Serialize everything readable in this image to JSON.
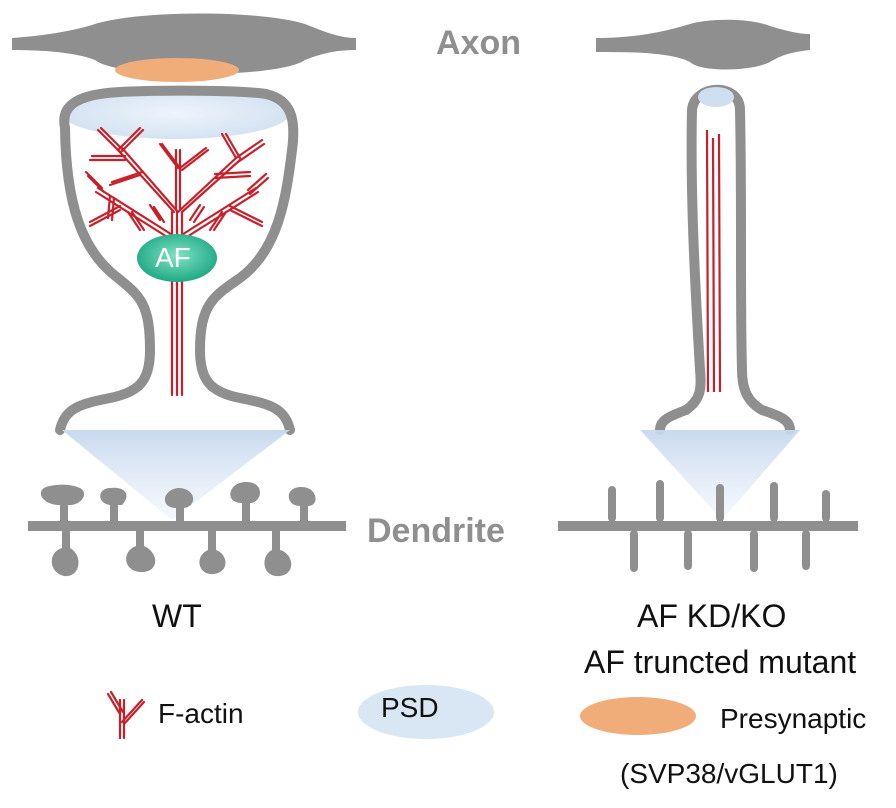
{
  "labels": {
    "axon": "Axon",
    "dendrite": "Dendrite",
    "wt": "WT",
    "mutant_line1": "AF KD/KO",
    "mutant_line2": "AF truncted mutant",
    "af": "AF"
  },
  "legend": {
    "factin": "F-actin",
    "psd": "PSD",
    "presynaptic": "Presynaptic",
    "presynaptic_sub": "(SVP38/vGLUT1)"
  },
  "colors": {
    "membrane": "#8f8f8f",
    "actin": "#c8202a",
    "psd": "#dbe8f5",
    "presynaptic": "#f0ad7a",
    "af_protein": "#2ebf9a"
  }
}
